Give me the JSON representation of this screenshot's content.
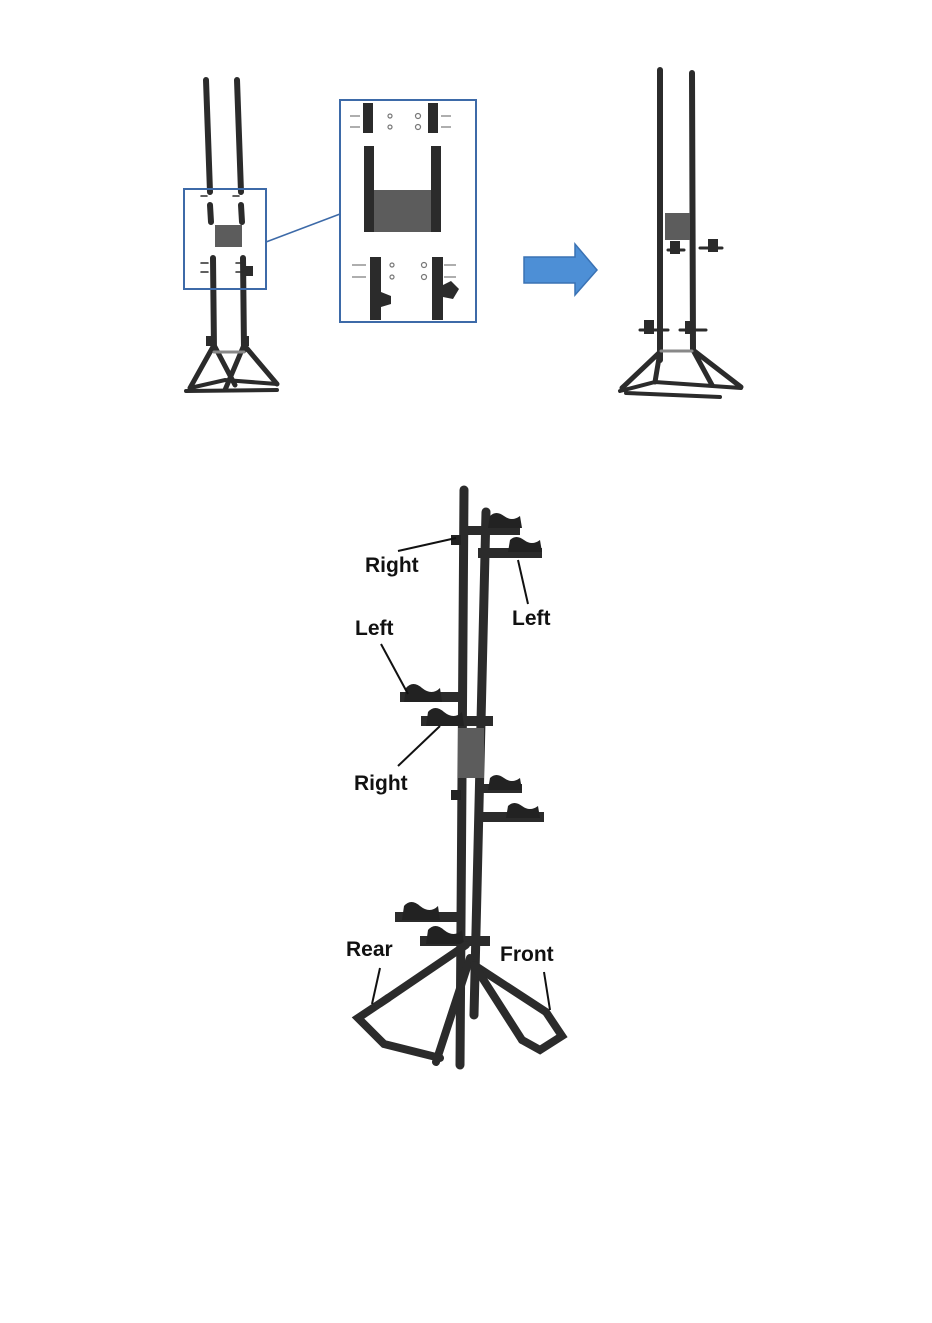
{
  "colors": {
    "frame": "#2b2b2b",
    "plate": "#5c5c5c",
    "callout_border": "#3d6aa8",
    "arrow_fill": "#4d8fd6",
    "arrow_stroke": "#3a72b4",
    "label_text": "#111111"
  },
  "icons": {
    "direction_arrow": "right-arrow-icon"
  },
  "labels": {
    "top_right_leader": "Right",
    "top_left_leader": "Left",
    "mid_left_leader": "Left",
    "mid_right_leader": "Right",
    "rear_leader": "Rear",
    "front_leader": "Front"
  }
}
